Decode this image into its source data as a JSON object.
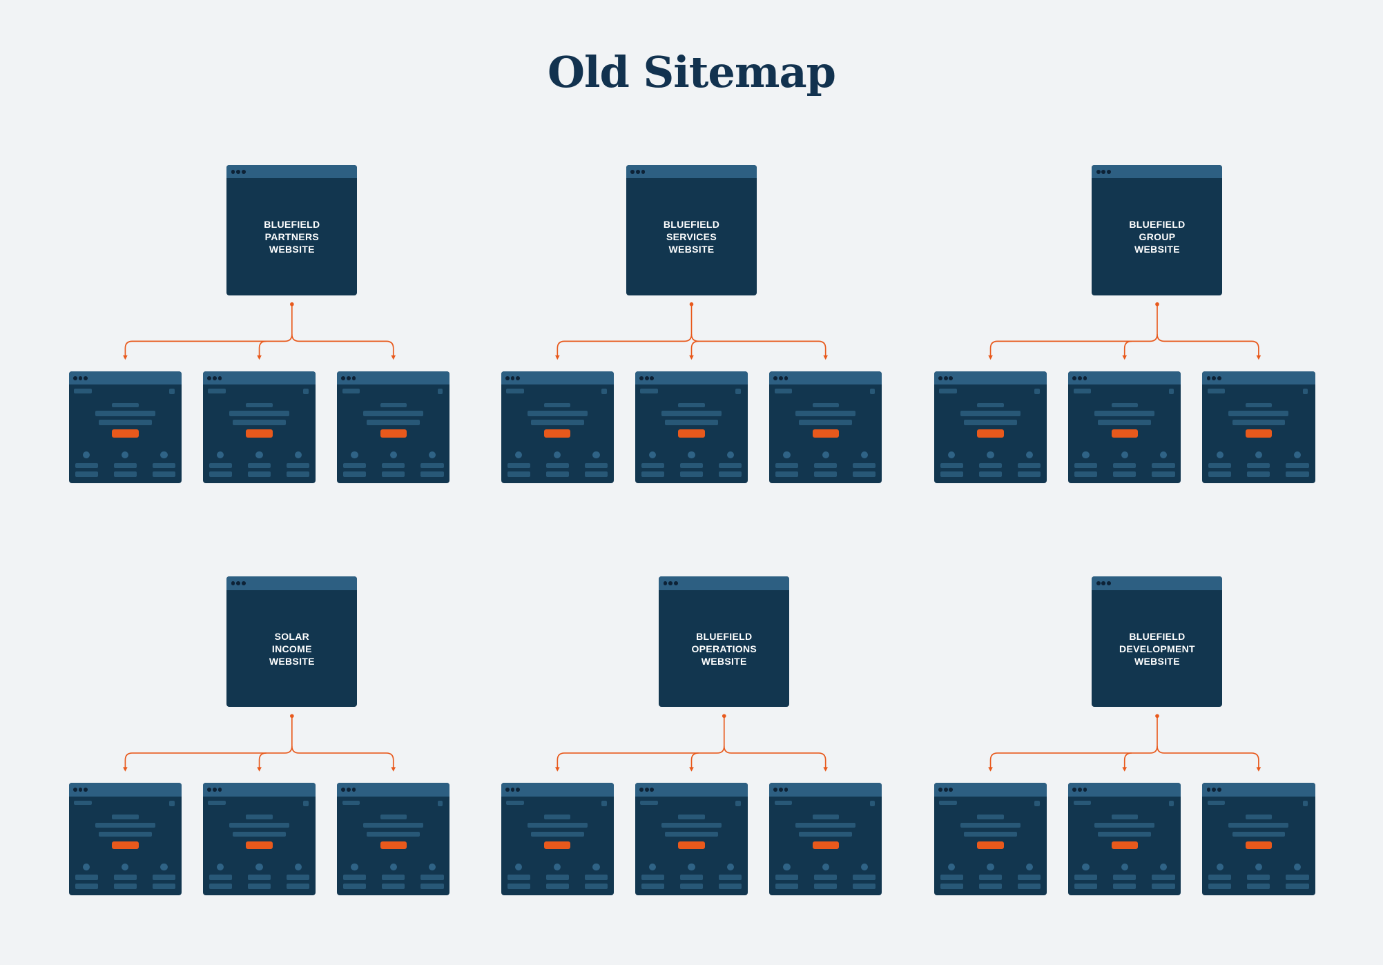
{
  "title": "Old Sitemap",
  "colors": {
    "background": "#f1f3f5",
    "window": "#12364f",
    "titlebar": "#2d5f82",
    "placeholder": "#285877",
    "accent": "#e8591c",
    "title_text": "#12324f"
  },
  "sites": [
    {
      "id": "partners",
      "label": "BLUEFIELD\nPARTNERS\nWEBSITE",
      "pages": 3
    },
    {
      "id": "services",
      "label": "BLUEFIELD\nSERVICES\nWEBSITE",
      "pages": 3
    },
    {
      "id": "group",
      "label": "BLUEFIELD\nGROUP\nWEBSITE",
      "pages": 3
    },
    {
      "id": "solar-income",
      "label": "SOLAR\nINCOME\nWEBSITE",
      "pages": 3
    },
    {
      "id": "operations",
      "label": "BLUEFIELD\nOPERATIONS\nWEBSITE",
      "pages": 3
    },
    {
      "id": "development",
      "label": "BLUEFIELD\nDEVELOPMENT\nWEBSITE",
      "pages": 3
    }
  ]
}
